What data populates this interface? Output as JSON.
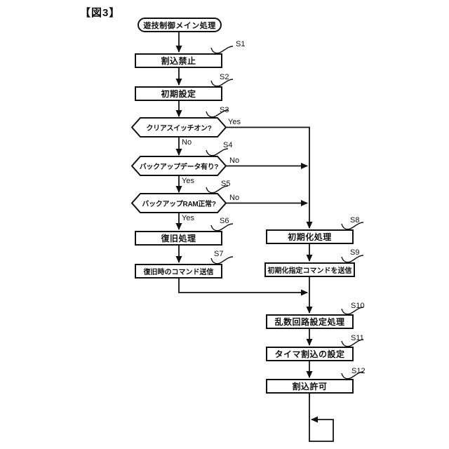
{
  "figure_label": "【図3】",
  "flowchart": {
    "start": "遊技制御メイン処理",
    "steps": [
      {
        "id": "S1",
        "text": "割込禁止",
        "type": "process"
      },
      {
        "id": "S2",
        "text": "初期設定",
        "type": "process"
      },
      {
        "id": "S3",
        "text": "クリアスイッチオン?",
        "type": "decision"
      },
      {
        "id": "S4",
        "text": "バックアップデータ有り?",
        "type": "decision"
      },
      {
        "id": "S5",
        "text": "バックアップRAM正常?",
        "type": "decision"
      },
      {
        "id": "S6",
        "text": "復旧処理",
        "type": "process"
      },
      {
        "id": "S7",
        "text": "復旧時のコマンド送信",
        "type": "process"
      },
      {
        "id": "S8",
        "text": "初期化処理",
        "type": "process"
      },
      {
        "id": "S9",
        "text": "初期化指定コマンドを送信",
        "type": "process"
      },
      {
        "id": "S10",
        "text": "乱数回路設定処理",
        "type": "process"
      },
      {
        "id": "S11",
        "text": "タイマ割込の設定",
        "type": "process"
      },
      {
        "id": "S12",
        "text": "割込許可",
        "type": "process"
      }
    ],
    "branches": {
      "s3_yes": "Yes",
      "s3_no": "No",
      "s4_yes": "Yes",
      "s4_no": "No",
      "s5_yes": "Yes",
      "s5_no": "No"
    }
  },
  "colors": {
    "line": "#111111",
    "background": "#ffffff",
    "text": "#111111"
  }
}
